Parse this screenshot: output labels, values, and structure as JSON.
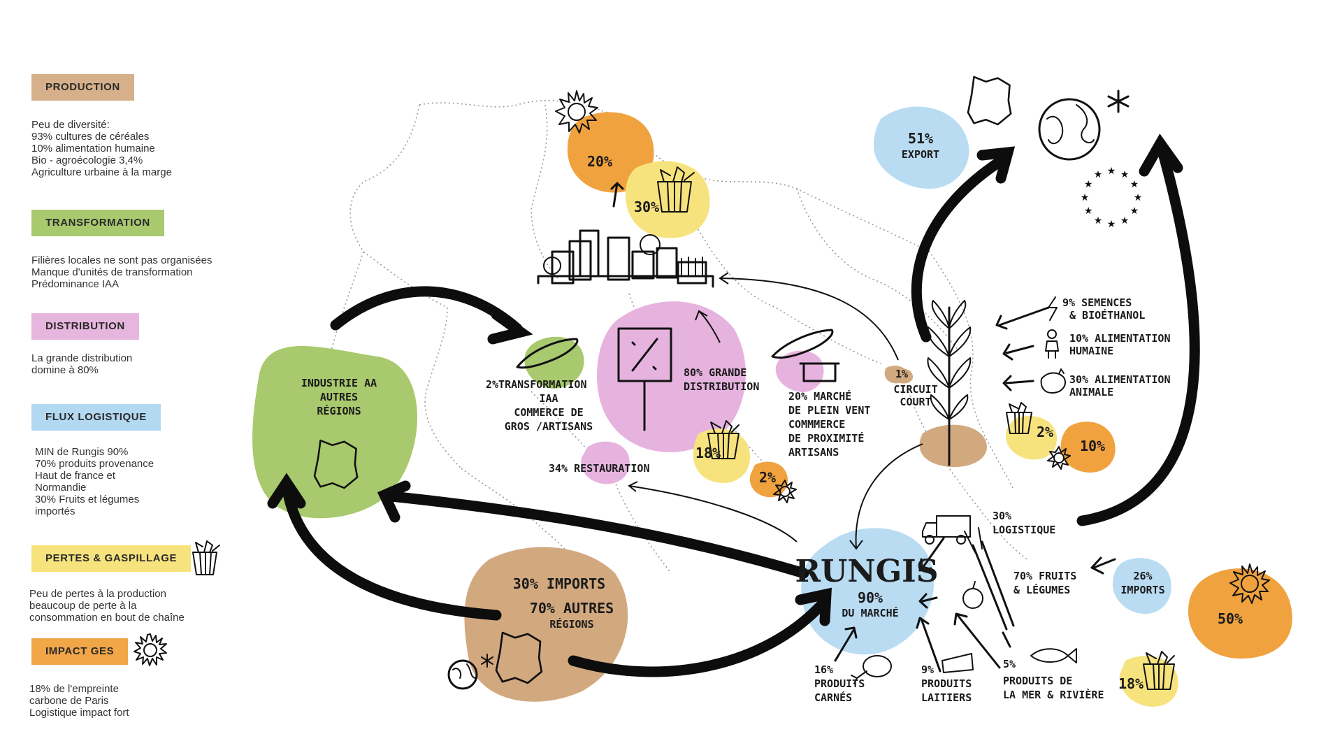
{
  "legend": {
    "production": {
      "label": "PRODUCTION",
      "color": "#d6b08a",
      "text": "Peu de diversité:\n93% cultures de céréales\n10% alimentation humaine\nBio - agroécologie 3,4%\nAgriculture urbaine à la marge"
    },
    "transformation": {
      "label": "TRANSFORMATION",
      "color": "#a8c96d",
      "text": "Filières locales ne sont pas organisées\nManque d'unités de transformation\nPrédominance IAA"
    },
    "distribution": {
      "label": "DISTRIBUTION",
      "color": "#e7b6df",
      "text": "La grande distribution\ndomine à 80%"
    },
    "flux": {
      "label": "FLUX LOGISTIQUE",
      "color": "#b3d8f1",
      "text": "MIN de Rungis 90%\n70% produits provenance\nHaut de france et\nNormandie\n30% Fruits et légumes\nimportés"
    },
    "pertes": {
      "label": "PERTES & GASPILLAGE",
      "color": "#f7e37d",
      "text": "Peu de pertes à la production\nbeaucoup de perte à la\nconsommation en bout de chaîne"
    },
    "impact": {
      "label": "IMPACT GES",
      "color": "#f1a648",
      "text": "18% de l'empreinte\ncarbone de Paris\nLogistique impact fort"
    }
  },
  "colors": {
    "green": "#a8c96d",
    "brown": "#d2a97f",
    "pink": "#e6b3df",
    "blue": "#b9dcf3",
    "yellow": "#f7e37d",
    "orange": "#f0a23e"
  },
  "diagram": {
    "industrie": {
      "l1": "INDUSTRIE AA",
      "l2": "AUTRES",
      "l3": "RÉGIONS"
    },
    "imports30": "30% IMPORTS",
    "autres70": {
      "l1": "70% AUTRES",
      "l2": "RÉGIONS"
    },
    "rungis": {
      "title": "RUNGIS",
      "pct": "90%",
      "sub": "DU MARCHÉ"
    },
    "export": {
      "pct": "51%",
      "label": "EXPORT"
    },
    "ges20": "20%",
    "pertes30": "30%",
    "transfo": {
      "l1": "2%TRANSFORMATION",
      "l2": "IAA",
      "l3": "COMMERCE DE",
      "l4": "GROS /ARTISANS"
    },
    "grande": {
      "l1": "80% GRANDE",
      "l2": "DISTRIBUTION"
    },
    "marche": {
      "l1": "20% MARCHÉ",
      "l2": "DE PLEIN VENT",
      "l3": "COMMMERCE",
      "l4": "DE PROXIMITÉ",
      "l5": "ARTISANS"
    },
    "restauration": "34% RESTAURATION",
    "pertes18a": "18%",
    "ges2a": "2%",
    "circuit": {
      "pct": "1%",
      "l1": "CIRCUIT",
      "l2": "COURT"
    },
    "semences": {
      "l1": "9% SEMENCES",
      "l2": "& BIOÉTHANOL"
    },
    "alimHum": {
      "l1": "10% ALIMENTATION",
      "l2": "HUMAINE"
    },
    "alimAni": {
      "l1": "30% ALIMENTATION",
      "l2": "ANIMALE"
    },
    "pertes2b": "2%",
    "ges10": "10%",
    "logistique": {
      "l1": "30%",
      "l2": "LOGISTIQUE"
    },
    "fruits": {
      "l1": "70% FRUITS",
      "l2": "& LÉGUMES"
    },
    "imports26": {
      "l1": "26%",
      "l2": "IMPORTS"
    },
    "ges50": "50%",
    "carnes": {
      "l1": "16%",
      "l2": "PRODUITS",
      "l3": "CARNÉS"
    },
    "laitiers": {
      "l1": "9%",
      "l2": "PRODUITS",
      "l3": "LAITIERS"
    },
    "mer": {
      "l1": "5%",
      "l2": "PRODUITS DE",
      "l3": "LA MER & RIVIÈRE"
    },
    "pertes18b": "18%"
  }
}
